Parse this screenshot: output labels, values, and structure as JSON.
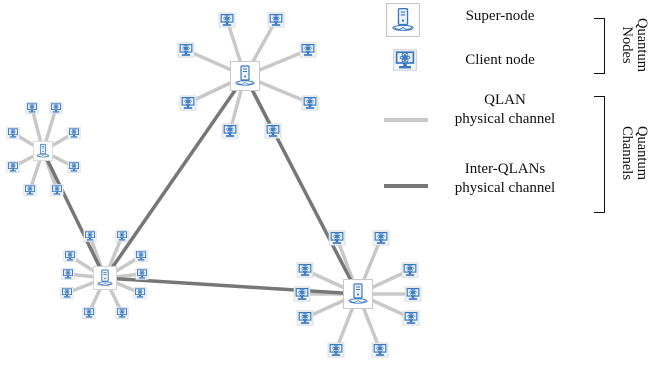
{
  "legend": {
    "super_node_label": "Super-node",
    "client_node_label": "Client node",
    "qlan_channel_label_line1": "QLAN",
    "qlan_channel_label_line2": "physical channel",
    "inter_channel_label_line1": "Inter-QLANs",
    "inter_channel_label_line2": "physical channel",
    "group_nodes_line1": "Quantum",
    "group_nodes_line2": "Nodes",
    "group_channels_line1": "Quantum",
    "group_channels_line2": "Channels"
  },
  "colors": {
    "qlan_channel": "#c8c8c8",
    "inter_channel": "#777777",
    "node_border": "#c9c9c9",
    "monitor_blue": "#3a78c2"
  },
  "network": {
    "qlans": [
      {
        "id": "top",
        "client_count": 8
      },
      {
        "id": "left",
        "client_count": 8
      },
      {
        "id": "bottom-left",
        "client_count": 10
      },
      {
        "id": "bottom-right",
        "client_count": 10
      }
    ],
    "inter_links": [
      [
        "top",
        "bottom-left"
      ],
      [
        "top",
        "bottom-right"
      ],
      [
        "left",
        "bottom-left"
      ],
      [
        "bottom-left",
        "bottom-right"
      ]
    ]
  }
}
